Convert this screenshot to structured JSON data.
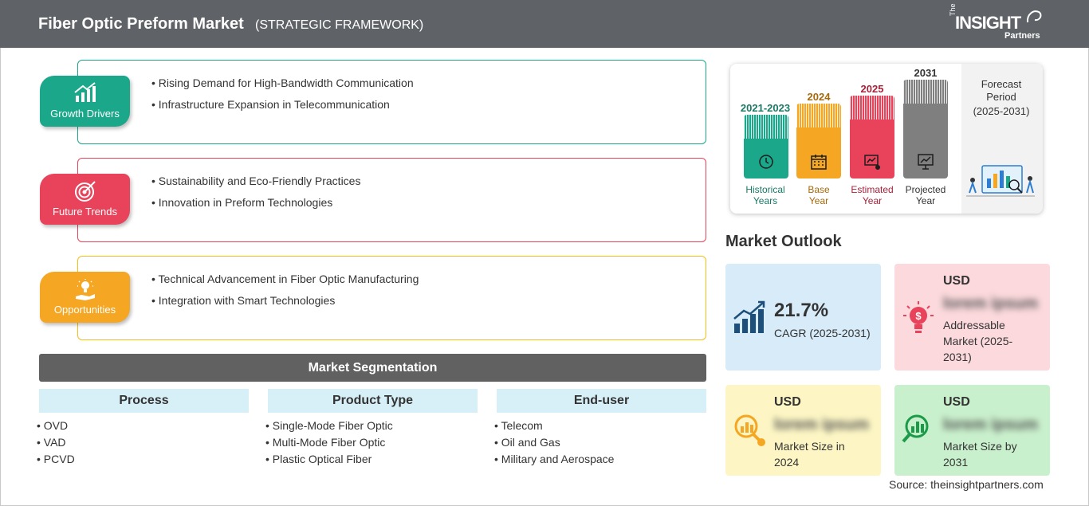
{
  "header": {
    "title": "Fiber Optic Preform Market",
    "subtitle": "(STRATEGIC FRAMEWORK)",
    "logo": {
      "the": "The",
      "insight": "INSIGHT",
      "partners": "Partners"
    }
  },
  "colors": {
    "header": "#5f6368",
    "green": "#1ba88a",
    "red": "#e8435a",
    "orange": "#f5a623",
    "gray": "#7f7f7f"
  },
  "framework": [
    {
      "label": "Growth Drivers",
      "icon": "growth-chart-icon",
      "color": "#1ba88a",
      "points": [
        "Rising Demand for High-Bandwidth Communication",
        "Infrastructure Expansion in Telecommunication"
      ]
    },
    {
      "label": "Future Trends",
      "icon": "target-icon",
      "color": "#e8435a",
      "points": [
        "Sustainability and Eco-Friendly Practices",
        "Innovation in Preform Technologies"
      ]
    },
    {
      "label": "Opportunities",
      "icon": "lightbulb-hand-icon",
      "color": "#f5a623",
      "points": [
        "Technical Advancement in Fiber Optic Manufacturing",
        "Integration with Smart Technologies"
      ]
    }
  ],
  "segmentation": {
    "title": "Market Segmentation",
    "columns": [
      {
        "name": "Process",
        "items": [
          "OVD",
          "VAD",
          "PCVD"
        ]
      },
      {
        "name": "Product Type",
        "items": [
          "Single-Mode Fiber Optic",
          "Multi-Mode Fiber Optic",
          "Plastic Optical Fiber"
        ]
      },
      {
        "name": "End-user",
        "items": [
          "Telecom",
          "Oil and Gas",
          "Military and Aerospace"
        ]
      }
    ]
  },
  "timeline": {
    "bars": [
      {
        "year": "2021-2023",
        "label1": "Historical",
        "label2": "Years",
        "color": "#1ba88a",
        "text_color": "#1a7a66",
        "icon": "history-clock-icon"
      },
      {
        "year": "2024",
        "label1": "Base",
        "label2": "Year",
        "color": "#f5a623",
        "text_color": "#a5690a",
        "icon": "calendar-icon"
      },
      {
        "year": "2025",
        "label1": "Estimated",
        "label2": "Year",
        "color": "#e8435a",
        "text_color": "#a8223a",
        "icon": "estimate-chart-icon"
      },
      {
        "year": "2031",
        "label1": "Projected",
        "label2": "Year",
        "color": "#7f7f7f",
        "text_color": "#333333",
        "icon": "presentation-board-icon"
      }
    ],
    "forecast": {
      "line1": "Forecast",
      "line2": "Period",
      "line3": "(2025-2031)"
    }
  },
  "outlook": {
    "title": "Market Outlook",
    "cagr": {
      "value": "21.7%",
      "label": "CAGR (2025-2031)"
    },
    "addressable": {
      "usd": "USD",
      "value": "lorem ipsum",
      "line1": "Addressable",
      "line2": "Market (2025-",
      "line3": "2031)"
    },
    "size2024": {
      "usd": "USD",
      "value": "lorem ipsum",
      "line1": "Market Size in",
      "line2": "2024"
    },
    "size2031": {
      "usd": "USD",
      "value": "lorem ipsum",
      "line1": "Market Size by",
      "line2": "2031"
    }
  },
  "source": "Source: theinsightpartners.com"
}
